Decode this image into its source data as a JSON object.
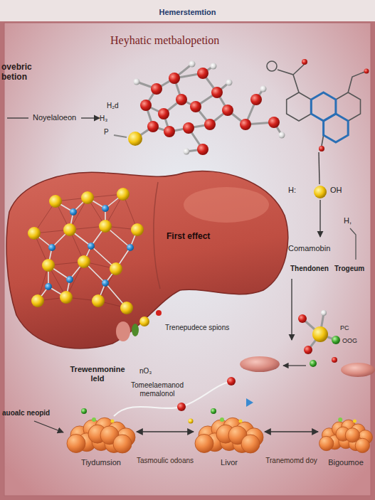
{
  "diagram": {
    "title": "Hemerstemtion",
    "nodes": [
      {
        "text": [
          "First effect"
        ]
      },
      {
        "text": [
          "Tiydumsion"
        ]
      },
      {
        "text": [
          "Livor"
        ]
      },
      {
        "text": [
          "Bigoumoe"
        ]
      }
    ],
    "edges": [
      {
        "from": 1,
        "to": 2,
        "label": "Tasmoulic odoans",
        "arrow": "both"
      },
      {
        "from": 2,
        "to": 3,
        "label": "Tranemomd doy",
        "arrow": "both"
      }
    ],
    "labels": [
      "Heyhatic metbalopetion",
      "ovebric betion",
      "Noyelaloeon",
      "H₂d",
      "H₃",
      "P",
      "H:",
      "OH",
      "Comamobin",
      "H,",
      "Thendonen",
      "Trogeum",
      "Trenepudece spions",
      "Trewenmonine leld",
      "nO₃",
      "Tomeelaemanod memalonol",
      "PC",
      "OOG",
      "auoalc neopid"
    ]
  }
}
